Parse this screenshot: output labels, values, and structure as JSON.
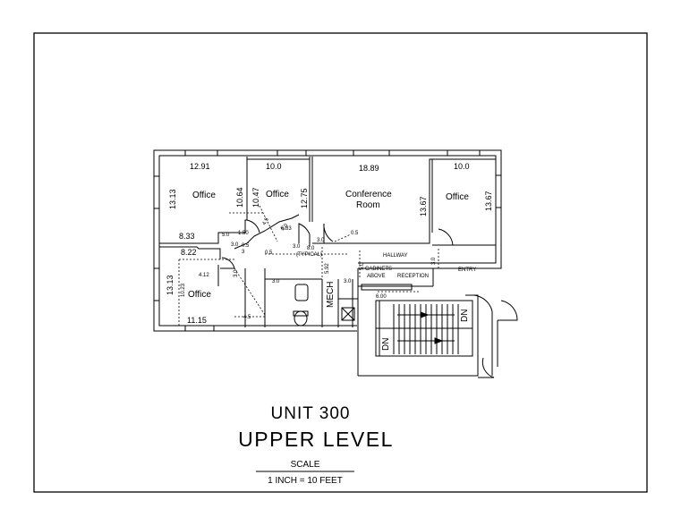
{
  "plan": {
    "unit": "UNIT 300",
    "level": "UPPER LEVEL",
    "scale_heading": "SCALE",
    "scale_value": "1 INCH = 10 FEET"
  },
  "rooms": {
    "office_nw": "Office",
    "office_n2": "Office",
    "conference_1": "Conference",
    "conference_2": "Room",
    "office_ne": "Office",
    "office_sw": "Office",
    "hallway": "HALLWAY",
    "entry": "ENTRY",
    "reception": "RECEPTION",
    "cabinets_1": "CABINETS",
    "cabinets_2": "ABOVE",
    "mech": "MECH",
    "dn_1": "DN",
    "dn_2": "DN"
  },
  "dimensions": {
    "d12_91": "12.91",
    "d13_13a": "13.13",
    "d10_64": "10.64",
    "d8_33": "8.33",
    "d10_0a": "10.0",
    "d10_47": "10.47",
    "d12_75": "12.75",
    "d18_89": "18.89",
    "d13_67a": "13.67",
    "d10_0b": "10.0",
    "d13_67b": "13.67",
    "d8_22": "8.22",
    "d13_13b": "13.13",
    "d11_15": "11.15",
    "d10_23": "10.23",
    "d4_12": "4.12",
    "d4_5a": "4.5",
    "d5_0a": "5.0",
    "d1_50": "1.50",
    "d3_0a": "3.0",
    "d3": "3",
    "d0_5a": "0.5",
    "d6_83": "6.83",
    "d4_5b": "4.5",
    "d5_0b": "5.0",
    "d3_0b": "3.0",
    "d3_0c": "3.0",
    "d8_0": "8.0",
    "typical": "(TYPICAL)",
    "d0_5b": "0.5",
    "d0_5c": "0.5",
    "d5_92": "5.92",
    "d5_0c": "5.0",
    "d3_0d": "3.0",
    "d3_0e": "3.0",
    "d3_0f": "3.0",
    "d3_0g": "3.0",
    "d6_00": "6.00"
  }
}
